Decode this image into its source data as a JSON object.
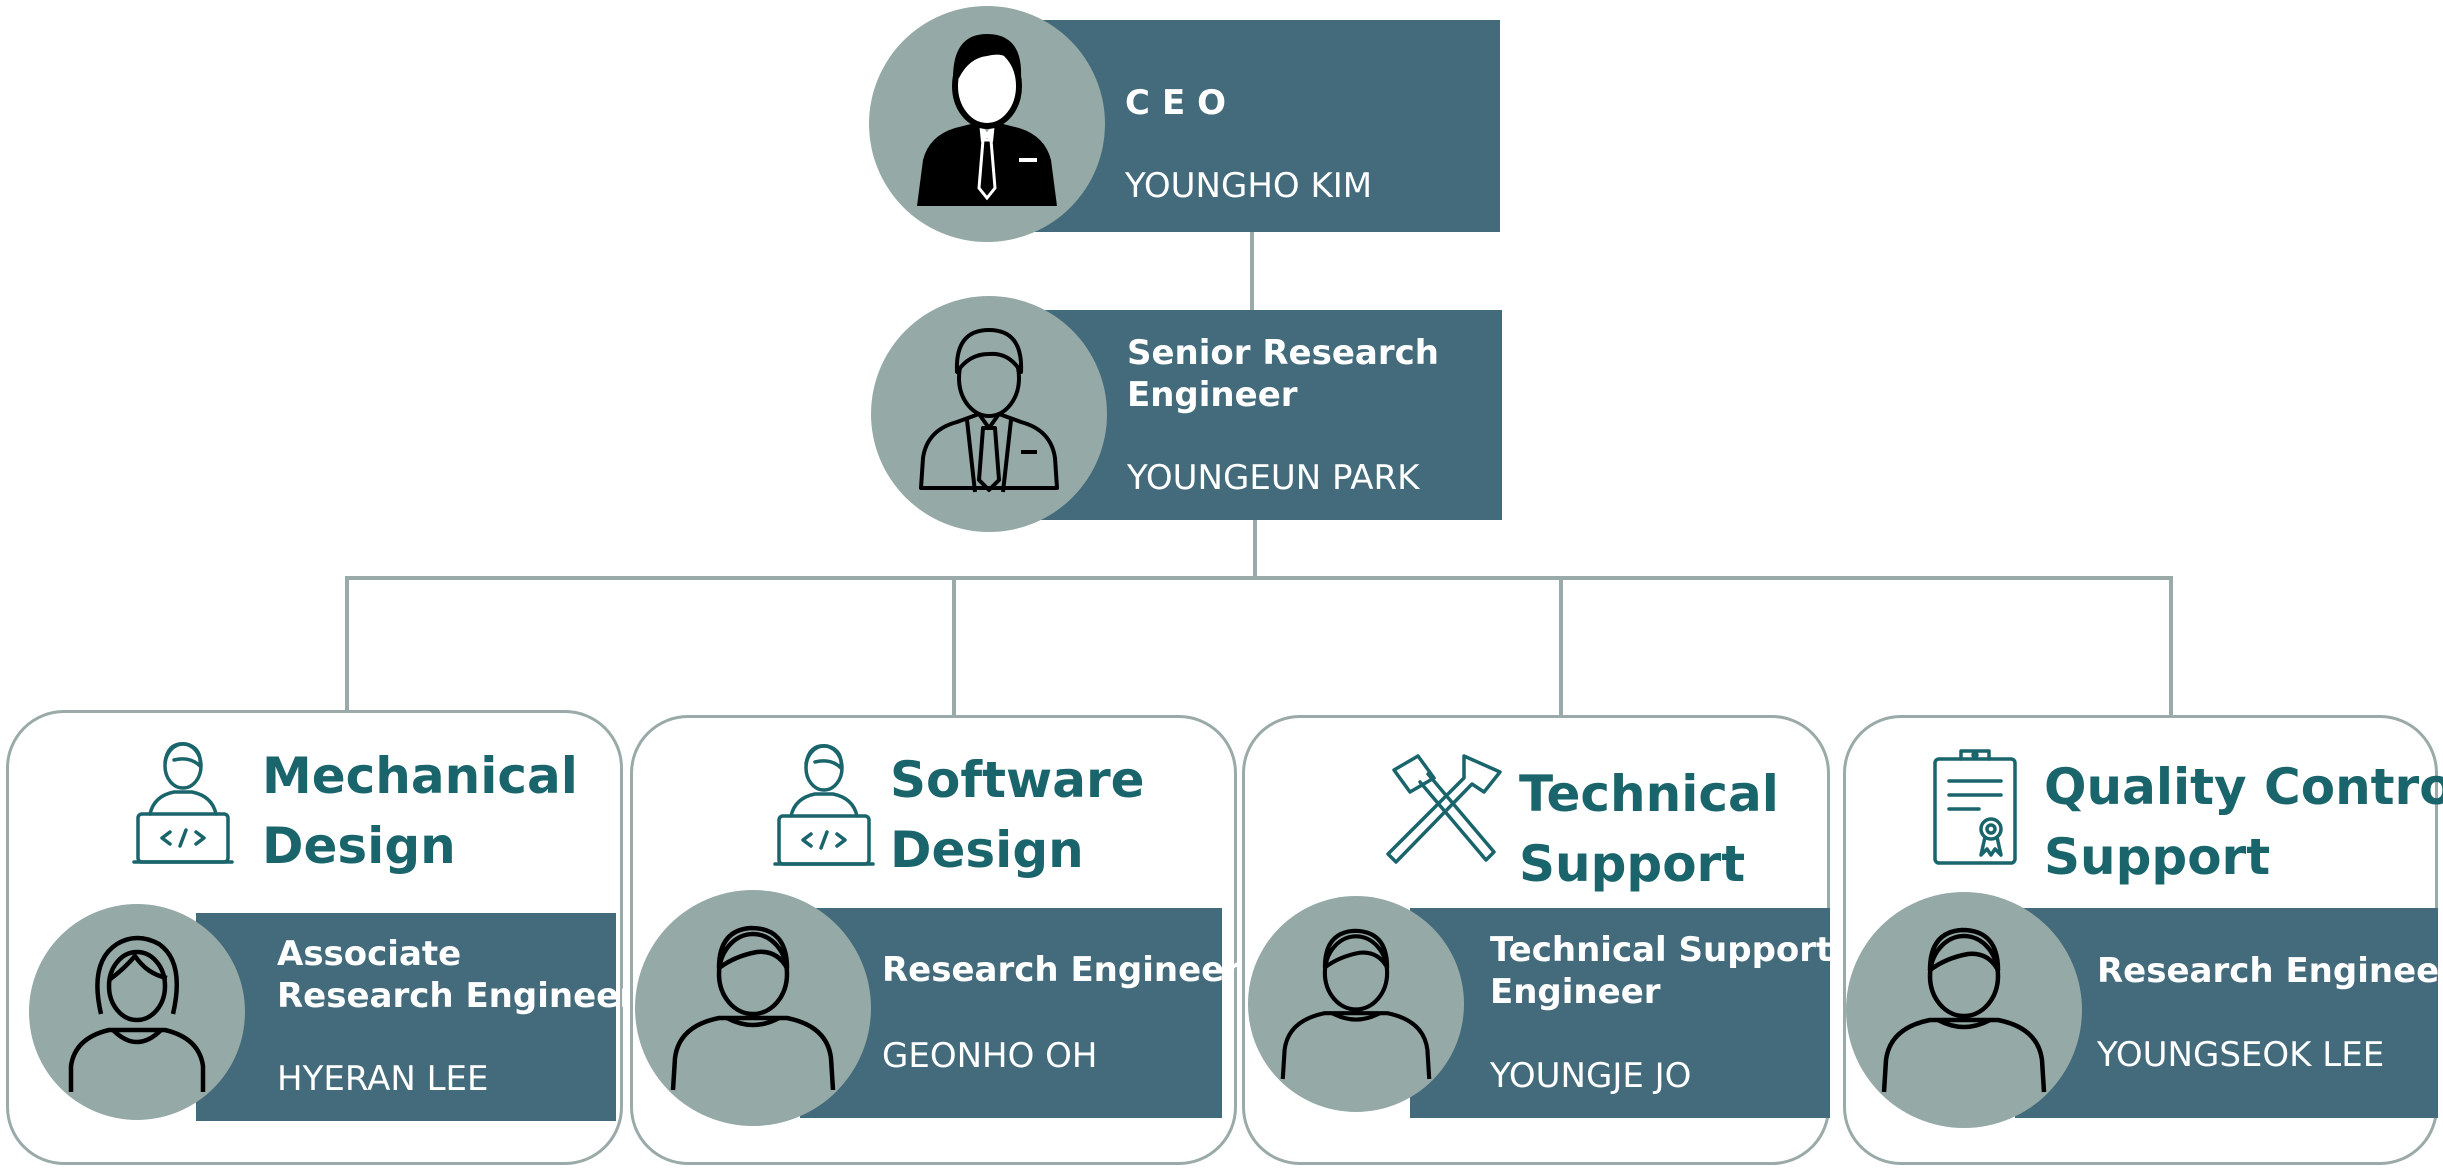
{
  "colors": {
    "bar": "#436b7b",
    "avatar": "#95a9a6",
    "line": "#9aaaa8",
    "dept_text": "#1a646b"
  },
  "ceo": {
    "title": "CEO",
    "name": "YOUNGHO KIM",
    "avatar_icon": "businessman-icon"
  },
  "senior": {
    "title_line1": "Senior Research",
    "title_line2": "Engineer",
    "name": "YOUNGEUN PARK",
    "avatar_icon": "businessman-outline-icon"
  },
  "departments": [
    {
      "title_line1": "Mechanical",
      "title_line2": "Design",
      "icon": "laptop-developer-icon",
      "role_line1": "Associate",
      "role_line2": "Research Engineer",
      "name": "HYERAN LEE",
      "avatar_icon": "woman-icon"
    },
    {
      "title_line1": "Software",
      "title_line2": "Design",
      "icon": "laptop-developer-icon",
      "role_line1": "Research Engineer",
      "name": "GEONHO OH",
      "avatar_icon": "man-icon"
    },
    {
      "title_line1": "Technical",
      "title_line2": "Support",
      "icon": "crossed-hammers-icon",
      "role_line1": "Technical Support",
      "role_line2": "Engineer",
      "name": "YOUNGJE JO",
      "avatar_icon": "man-icon"
    },
    {
      "title_line1": "Quality Control",
      "title_line2": "Support",
      "icon": "certificate-clipboard-icon",
      "role_line1": "Research Engineer",
      "name": "YOUNGSEOK LEE",
      "avatar_icon": "man-icon"
    }
  ]
}
